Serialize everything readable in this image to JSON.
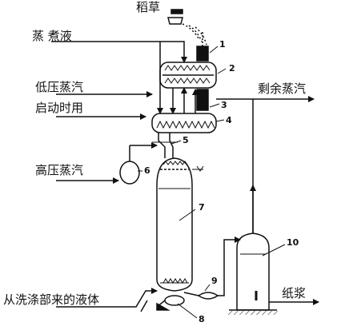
{
  "labels": {
    "straw": "稻草",
    "cooking_liquor": "蒸 煮液",
    "low_pressure_steam": "低压蒸汽",
    "startup_use": "启动时用",
    "surplus_steam": "剩余蒸汽",
    "high_pressure_steam": "高压蒸汽",
    "liquid_from_washing": "从洗涤部来的液体",
    "pulp": "纸浆"
  },
  "callouts": [
    "1",
    "2",
    "3",
    "4",
    "5",
    "6",
    "7",
    "8",
    "9",
    "10"
  ],
  "colors": {
    "ink": "#111111",
    "background": "#ffffff"
  }
}
